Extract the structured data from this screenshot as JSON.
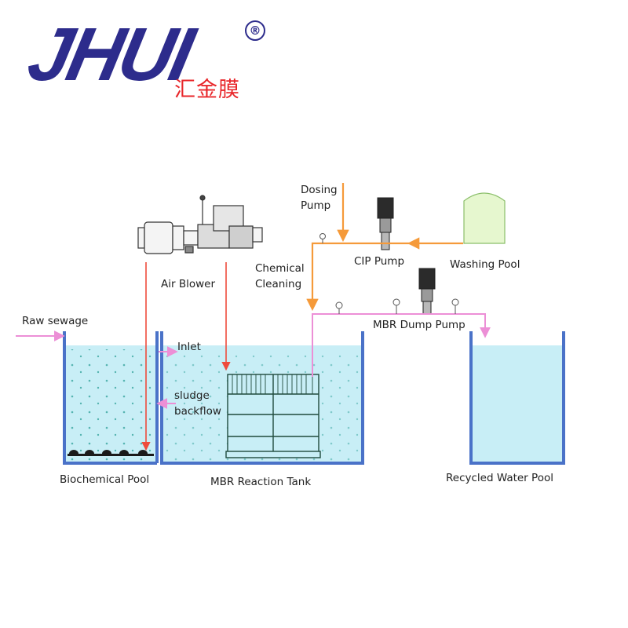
{
  "brand": {
    "logo_text": "JHUI",
    "logo_cn": "汇金膜",
    "registered": "®",
    "logo_color": "#2d2c8c",
    "cn_color": "#e8262a"
  },
  "labels": {
    "dosing_pump": [
      "Dosing",
      "Pump"
    ],
    "cip_pump": "CIP Pump",
    "washing_pool": "Washing Pool",
    "air_blower": "Air Blower",
    "chemical_cleaning": [
      "Chemical",
      "Cleaning"
    ],
    "raw_sewage": "Raw sewage",
    "mbr_dump_pump": "MBR Dump Pump",
    "inlet": "Inlet",
    "sludge_backflow": [
      "sludge",
      "backflow"
    ],
    "biochemical_pool": "Biochemical Pool",
    "mbr_reaction_tank": "MBR Reaction Tank",
    "recycled_water_pool": "Recycled Water Pool"
  },
  "colors": {
    "water": "#c8eef6",
    "tank_wall": "#4a72c8",
    "air_line": "#ee4b3c",
    "chemical_line": "#f59a3a",
    "water_line": "#ec8fd6",
    "washing_pool_fill": "#e6f7cf"
  }
}
